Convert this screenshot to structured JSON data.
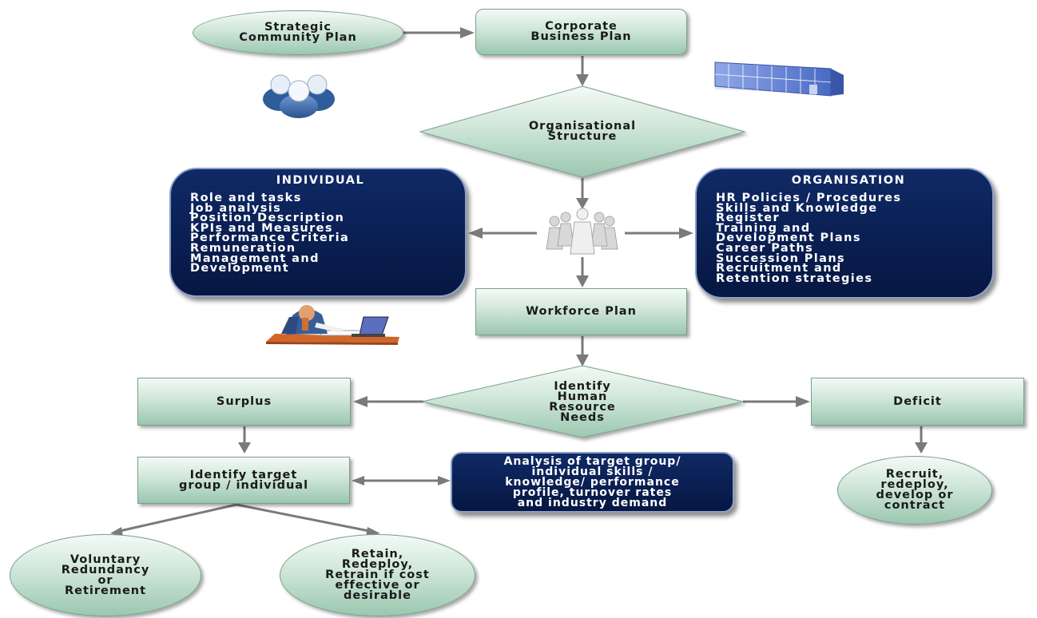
{
  "nodes": {
    "strategic_plan": "Strategic\nCommunity Plan",
    "corporate_plan": "Corporate\nBusiness Plan",
    "org_structure": "Organisational\nStructure",
    "workforce_plan": "Workforce Plan",
    "identify_needs": "Identify\nHuman\nResource\nNeeds",
    "surplus": "Surplus",
    "deficit": "Deficit",
    "identify_target": "Identify target\ngroup / individual",
    "analysis": "Analysis of target group/\nindividual skills /\nknowledge/ performance\nprofile, turnover rates\nand industry demand",
    "recruit": "Recruit,\nredeploy,\ndevelop  or\ncontract",
    "voluntary": "Voluntary\nRedundancy\nor\nRetirement",
    "retain": "Retain,\nRedeploy,\nRetrain if cost\neffective or\ndesirable"
  },
  "individual": {
    "title": "INDIVIDUAL",
    "items": [
      "Role and tasks",
      "Job analysis",
      "Position Description",
      "KPIs and Measures",
      "Performance Criteria",
      "Remuneration",
      "Management and",
      "Development"
    ]
  },
  "organisation": {
    "title": "ORGANISATION",
    "items": [
      "HR Policies / Procedures",
      "Skills and Knowledge",
      "Register",
      "Training and",
      "Development Plans",
      "Career Paths",
      "Succession Plans",
      "Recruitment and",
      "Retention strategies"
    ]
  },
  "icons": [
    "people-group-icon",
    "office-building-icon",
    "team-group-icon",
    "office-worker-icon"
  ],
  "colors": {
    "node_fill": "#cfe6d9",
    "node_border": "#7aa08c",
    "navy": "#0a1f52",
    "arrow": "#808080",
    "people_blue": "#2f5d9c"
  }
}
